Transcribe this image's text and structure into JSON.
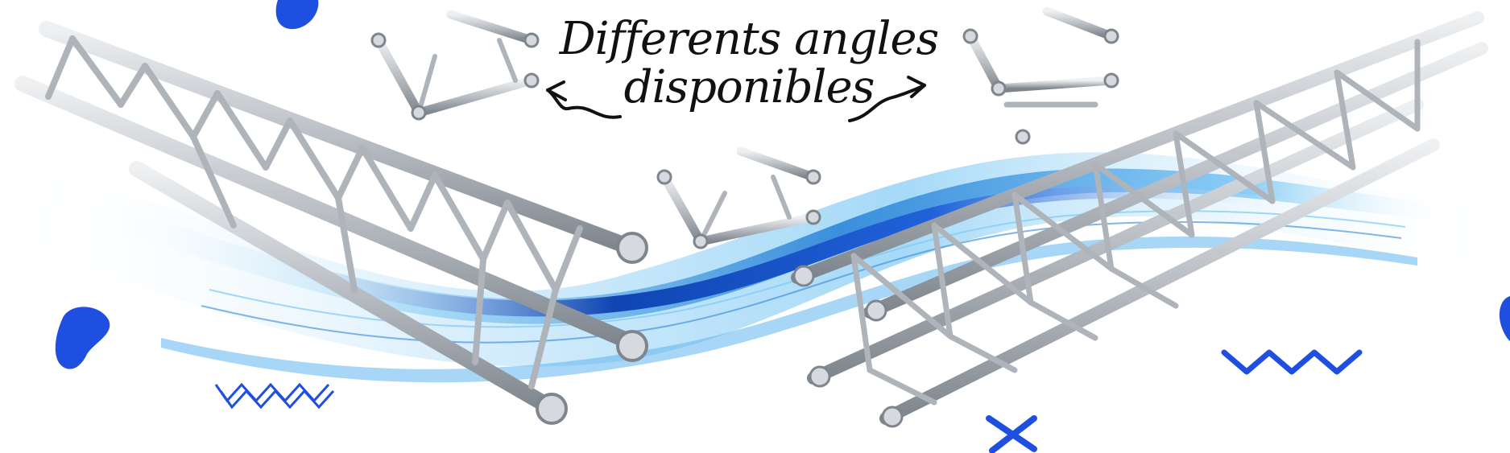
{
  "banner": {
    "headline_line1": "Differents angles",
    "headline_line2": "disponibles"
  },
  "colors": {
    "accent_blue": "#1f4fe0",
    "wave_light": "#7fc8f5",
    "wave_mid": "#2e86d8",
    "wave_dark": "#0b3fb0",
    "truss_metal": "#b9bec4",
    "ink": "#111111"
  },
  "icons": [
    "blob-shape",
    "zigzag-shape",
    "cross-shape",
    "arrow-left-icon",
    "arrow-right-icon"
  ]
}
